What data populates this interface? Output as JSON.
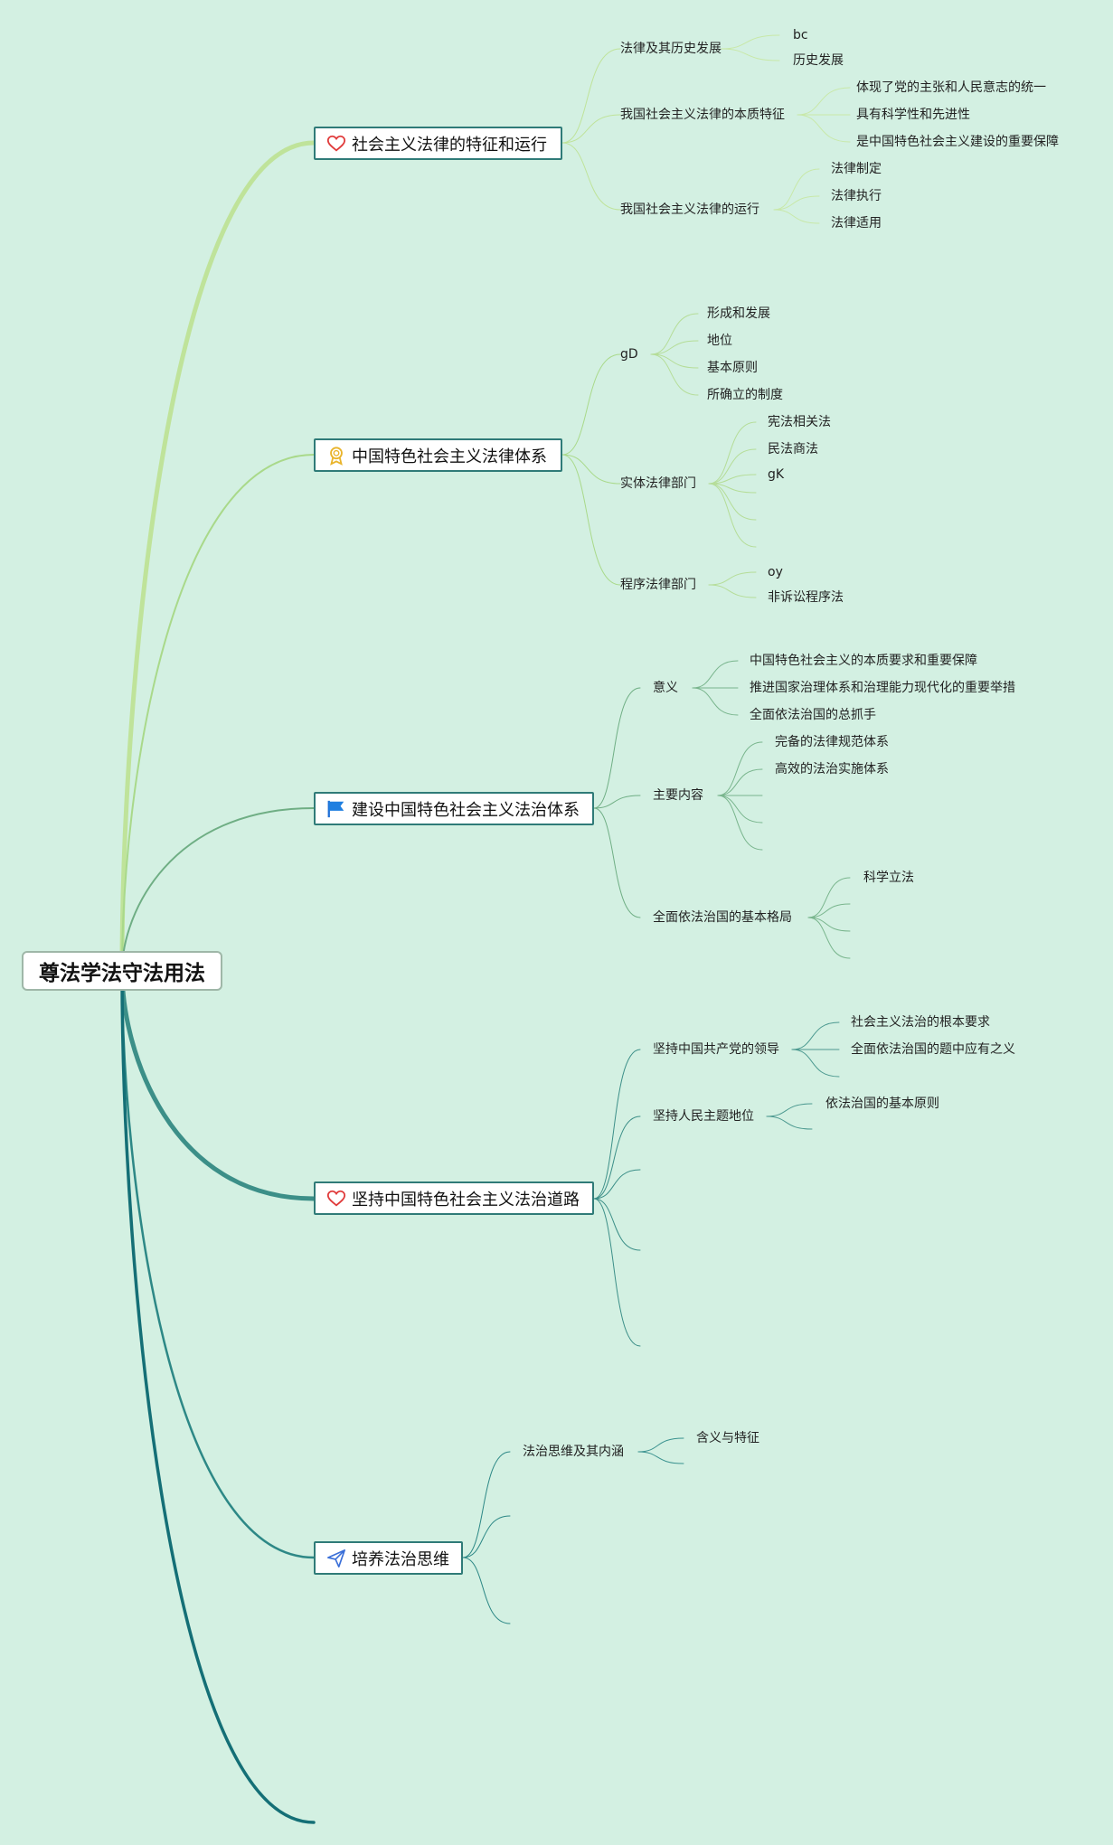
{
  "root": {
    "label": "尊法学法守法用法"
  },
  "colors": {
    "background": "#d3f0e2",
    "branch1": "#bfe39a",
    "branch2": "#a9d98a",
    "branch3": "#6fae84",
    "branch4": "#3c8f88",
    "branch5": "#2d8886",
    "branch6": "#146f76",
    "box_border": "#2f7b78"
  },
  "branches": [
    {
      "label": "社会主义法律的特征和运行",
      "icon": "heart-icon",
      "children": [
        {
          "label": "法律及其历史发展",
          "children": [
            "bc",
            "历史发展"
          ]
        },
        {
          "label": "我国社会主义法律的本质特征",
          "children": [
            "体现了党的主张和人民意志的统一",
            "具有科学性和先进性",
            "是中国特色社会主义建设的重要保障"
          ]
        },
        {
          "label": "我国社会主义法律的运行",
          "children": [
            "法律制定",
            "法律执行",
            "法律适用"
          ]
        }
      ]
    },
    {
      "label": "中国特色社会主义法律体系",
      "icon": "medal-icon",
      "children": [
        {
          "label": "gD",
          "children": [
            "形成和发展",
            "地位",
            "基本原则",
            "所确立的制度"
          ]
        },
        {
          "label": "实体法律部门",
          "children": [
            "宪法相关法",
            "民法商法",
            "gK",
            "",
            "",
            ""
          ]
        },
        {
          "label": "程序法律部门",
          "children": [
            "oy",
            "非诉讼程序法"
          ]
        }
      ]
    },
    {
      "label": "建设中国特色社会主义法治体系",
      "icon": "flag-icon",
      "children": [
        {
          "label": "意义",
          "children": [
            "中国特色社会主义的本质要求和重要保障",
            "推进国家治理体系和治理能力现代化的重要举措",
            "全面依法治国的总抓手"
          ]
        },
        {
          "label": "主要内容",
          "children": [
            "完备的法律规范体系",
            "高效的法治实施体系",
            "",
            "",
            ""
          ]
        },
        {
          "label": "全面依法治国的基本格局",
          "children": [
            "科学立法",
            "",
            "",
            ""
          ]
        }
      ]
    },
    {
      "label": "坚持中国特色社会主义法治道路",
      "icon": "heart-icon",
      "children": [
        {
          "label": "坚持中国共产党的领导",
          "children": [
            "社会主义法治的根本要求",
            "全面依法治国的题中应有之义",
            ""
          ]
        },
        {
          "label": "坚持人民主题地位",
          "children": [
            "依法治国的基本原则",
            ""
          ]
        },
        {
          "label": "",
          "children": []
        },
        {
          "label": "",
          "children": []
        },
        {
          "label": "",
          "children": []
        }
      ]
    },
    {
      "label": "培养法治思维",
      "icon": "paper-plane-icon",
      "children": [
        {
          "label": "法治思维及其内涵",
          "children": [
            "含义与特征",
            ""
          ]
        },
        {
          "label": "",
          "children": []
        },
        {
          "label": "",
          "children": []
        }
      ]
    },
    {
      "label": "",
      "icon": "",
      "children": []
    }
  ]
}
